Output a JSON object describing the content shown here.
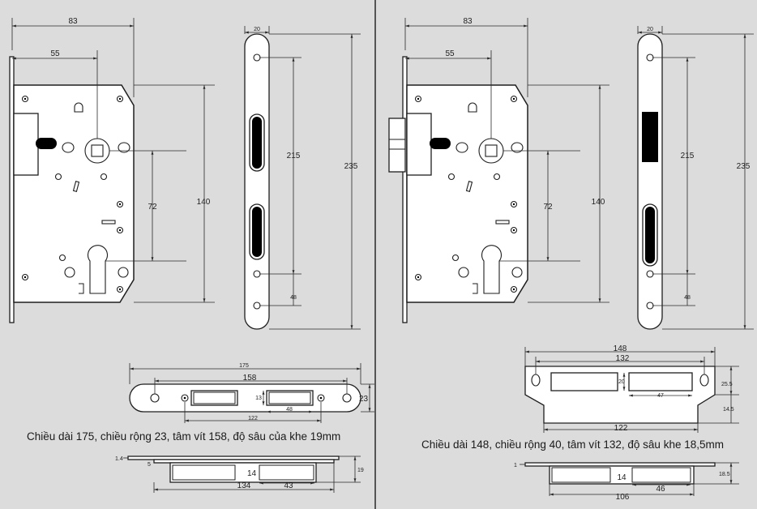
{
  "left": {
    "lock": {
      "width": "83",
      "backset": "55",
      "center_distance": "72",
      "height": "140"
    },
    "faceplate": {
      "width": "20",
      "slot_span": "215",
      "length": "235",
      "bottom": "48"
    },
    "strike": {
      "length": "175",
      "screw_centers": "158",
      "width": "23",
      "depth_mark": "13",
      "slot": "48",
      "span": "122"
    },
    "caption": "Chiều dài 175, chiều rộng 23, tâm vít 158, độ sâu của khe 19mm",
    "side": {
      "plate": "1.4",
      "offset": "5",
      "inner": "14",
      "depth": "19",
      "total": "134",
      "box": "43"
    }
  },
  "right": {
    "lock": {
      "width": "83",
      "backset": "55",
      "center_distance": "72",
      "height": "140"
    },
    "faceplate": {
      "width": "20",
      "slot_span": "215",
      "length": "235",
      "bottom": "48"
    },
    "strike": {
      "length": "148",
      "screw_centers": "132",
      "height": "25.5",
      "tab": "14.5",
      "slot_h": "20",
      "slot": "47",
      "span": "122"
    },
    "caption": "Chiều dài 148, chiều rộng 40, tâm vít 132, độ sâu khe 18,5mm",
    "side": {
      "plate": "1",
      "inner": "14",
      "depth": "18.5",
      "total": "106",
      "box": "46"
    }
  }
}
